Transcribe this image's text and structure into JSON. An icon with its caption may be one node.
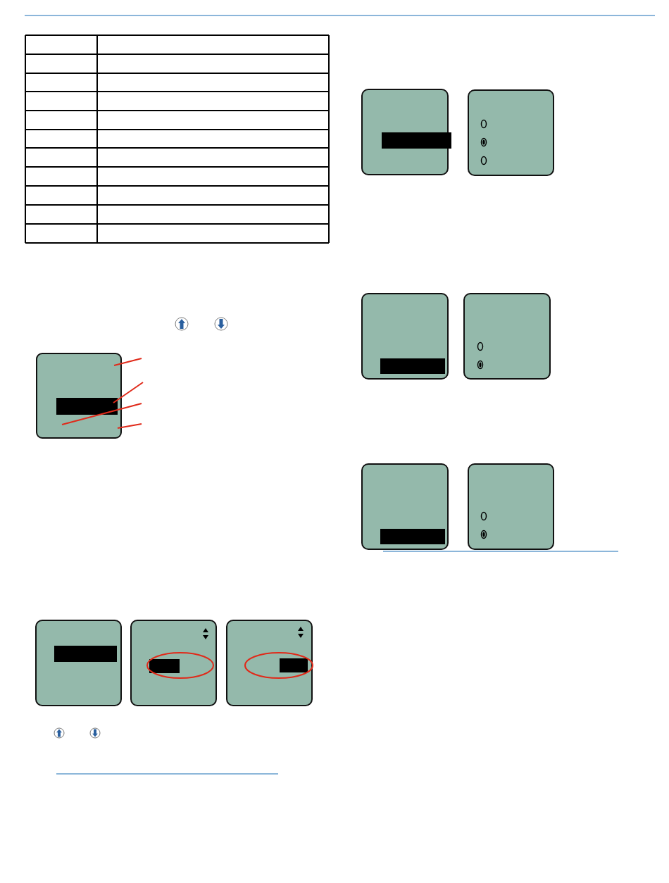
{
  "diagram": {
    "nodes": [
      {
        "text": [],
        "shape": "box"
      },
      {
        "text": [],
        "shape": "bar",
        "in": 0
      }
    ],
    "edges": [
      {
        "from": null,
        "to": 0,
        "arrow": "none"
      },
      {
        "from": null,
        "to": 1,
        "arrow": "none"
      },
      {
        "from": null,
        "to": 0,
        "arrow": "none"
      },
      {
        "from": null,
        "to": 0,
        "arrow": "none"
      }
    ]
  }
}
